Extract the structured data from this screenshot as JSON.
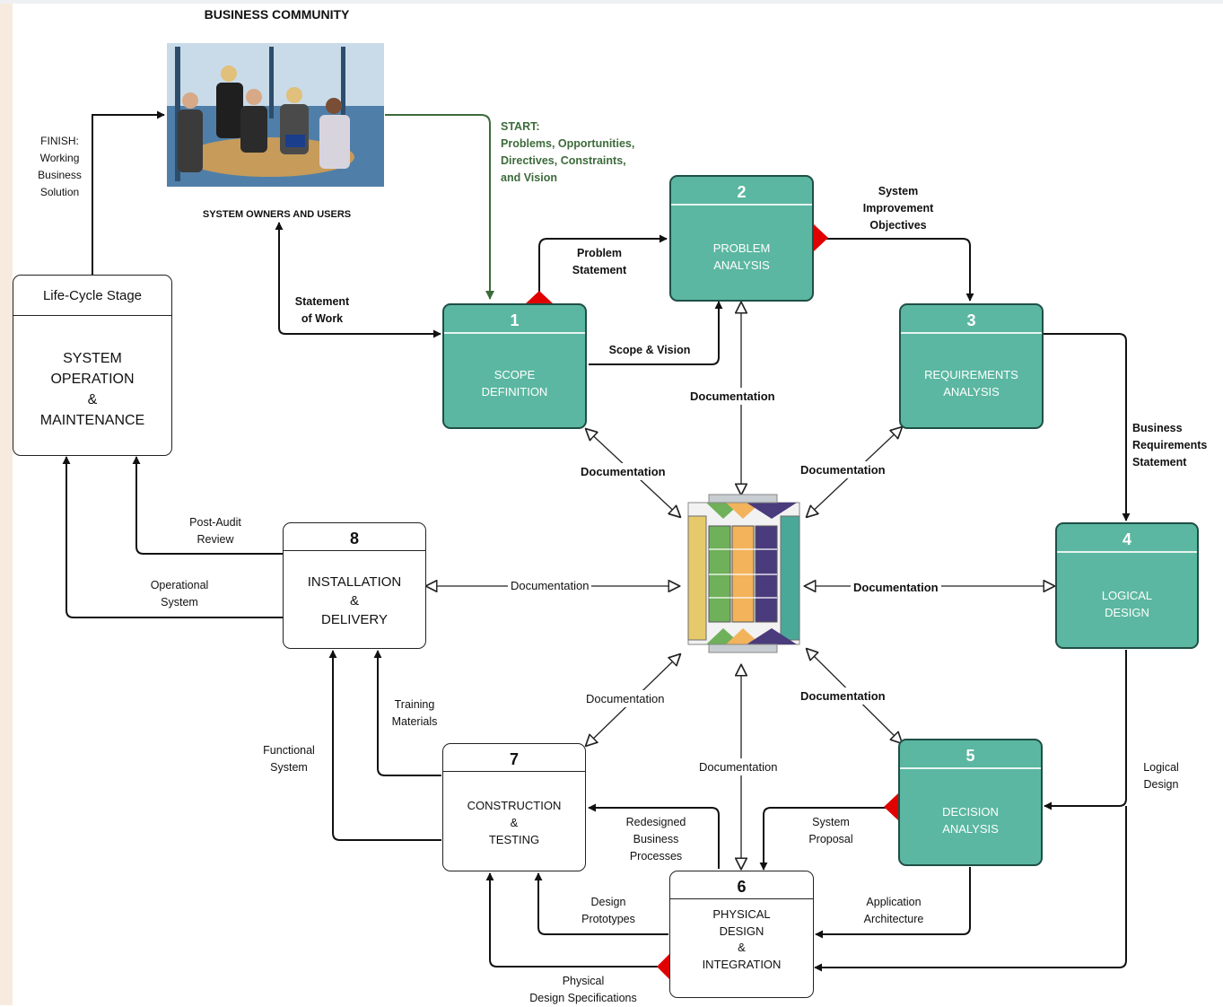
{
  "header": {
    "title": "BUSINESS COMMUNITY",
    "subtitle": "SYSTEM OWNERS AND USERS"
  },
  "start_label": "START:\nProblems, Opportunities,\nDirectives, Constraints,\nand Vision",
  "finish_label": "FINISH:\nWorking\nBusiness\nSolution",
  "lifecycle": {
    "header": "Life-Cycle Stage",
    "title": "SYSTEM\nOPERATION\n&\nMAINTENANCE"
  },
  "phases": [
    {
      "number": "1",
      "title": "SCOPE\nDEFINITION"
    },
    {
      "number": "2",
      "title": "PROBLEM\nANALYSIS"
    },
    {
      "number": "3",
      "title": "REQUIREMENTS\nANALYSIS"
    },
    {
      "number": "4",
      "title": "LOGICAL\nDESIGN"
    },
    {
      "number": "5",
      "title": "DECISION\nANALYSIS"
    },
    {
      "number": "6",
      "title": "PHYSICAL\nDESIGN\n&\nINTEGRATION"
    },
    {
      "number": "7",
      "title": "CONSTRUCTION\n&\nTESTING"
    },
    {
      "number": "8",
      "title": "INSTALLATION\n&\nDELIVERY"
    }
  ],
  "flows": {
    "statement_of_work": "Statement\nof Work",
    "problem_statement": "Problem\nStatement",
    "scope_vision": "Scope & Vision",
    "system_improvement_objectives": "System\nImprovement\nObjectives",
    "business_requirements_statement": "Business\nRequirements\nStatement",
    "logical_design": "Logical\nDesign",
    "system_proposal": "System\nProposal",
    "application_architecture": "Application\nArchitecture",
    "redesigned_business_processes": "Redesigned\nBusiness\nProcesses",
    "design_prototypes": "Design\nPrototypes",
    "physical_design_specifications": "Physical\nDesign Specifications",
    "training_materials": "Training\nMaterials",
    "functional_system": "Functional\nSystem",
    "post_audit_review": "Post-Audit\nReview",
    "operational_system": "Operational\nSystem"
  },
  "documentation_label": "Documentation",
  "colors": {
    "phase_fill": "#5bb7a1",
    "phase_border": "#1f4f46",
    "start_green": "#3d6b3b",
    "milestone_red": "#e00000"
  }
}
